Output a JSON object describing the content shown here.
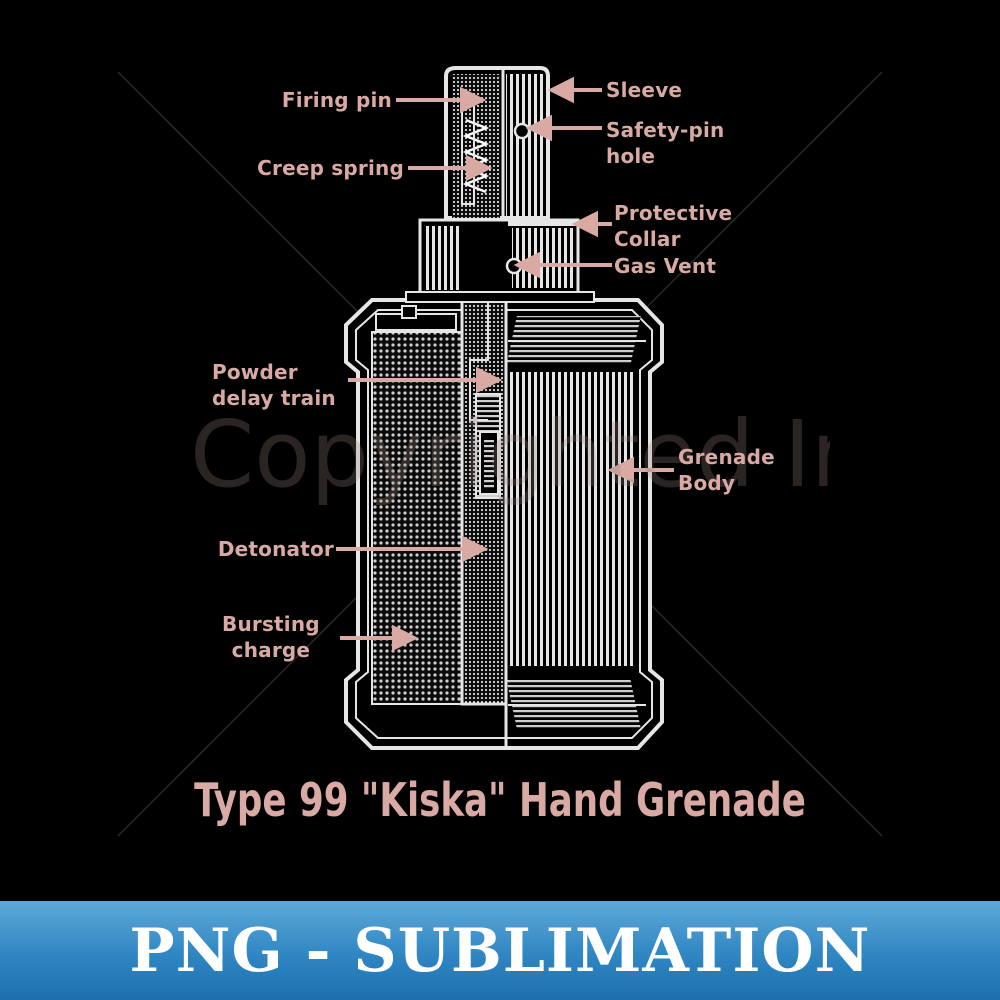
{
  "diagram": {
    "title": "Type 99 \"Kiska\" Hand Grenade",
    "watermark": "Copyrighted Image",
    "labels": {
      "firing_pin": "Firing pin",
      "creep_spring": "Creep spring",
      "sleeve": "Sleeve",
      "safety_pin_hole_l1": "Safety-pin",
      "safety_pin_hole_l2": "hole",
      "protective_collar_l1": "Protective",
      "protective_collar_l2": "Collar",
      "gas_vent": "Gas Vent",
      "powder_delay_train_l1": "Powder",
      "powder_delay_train_l2": "delay train",
      "grenade_body_l1": "Grenade",
      "grenade_body_l2": "Body",
      "detonator": "Detonator",
      "bursting_charge_l1": "Bursting",
      "bursting_charge_l2": "charge"
    }
  },
  "banner": {
    "text": "PNG - SUBLIMATION"
  },
  "colors": {
    "background": "#000000",
    "label": "#d9a9a3",
    "drawing": "#e6e6e6",
    "banner_top": "#5ea9d8",
    "banner_bottom": "#1d70ad",
    "banner_text": "#ffffff"
  }
}
